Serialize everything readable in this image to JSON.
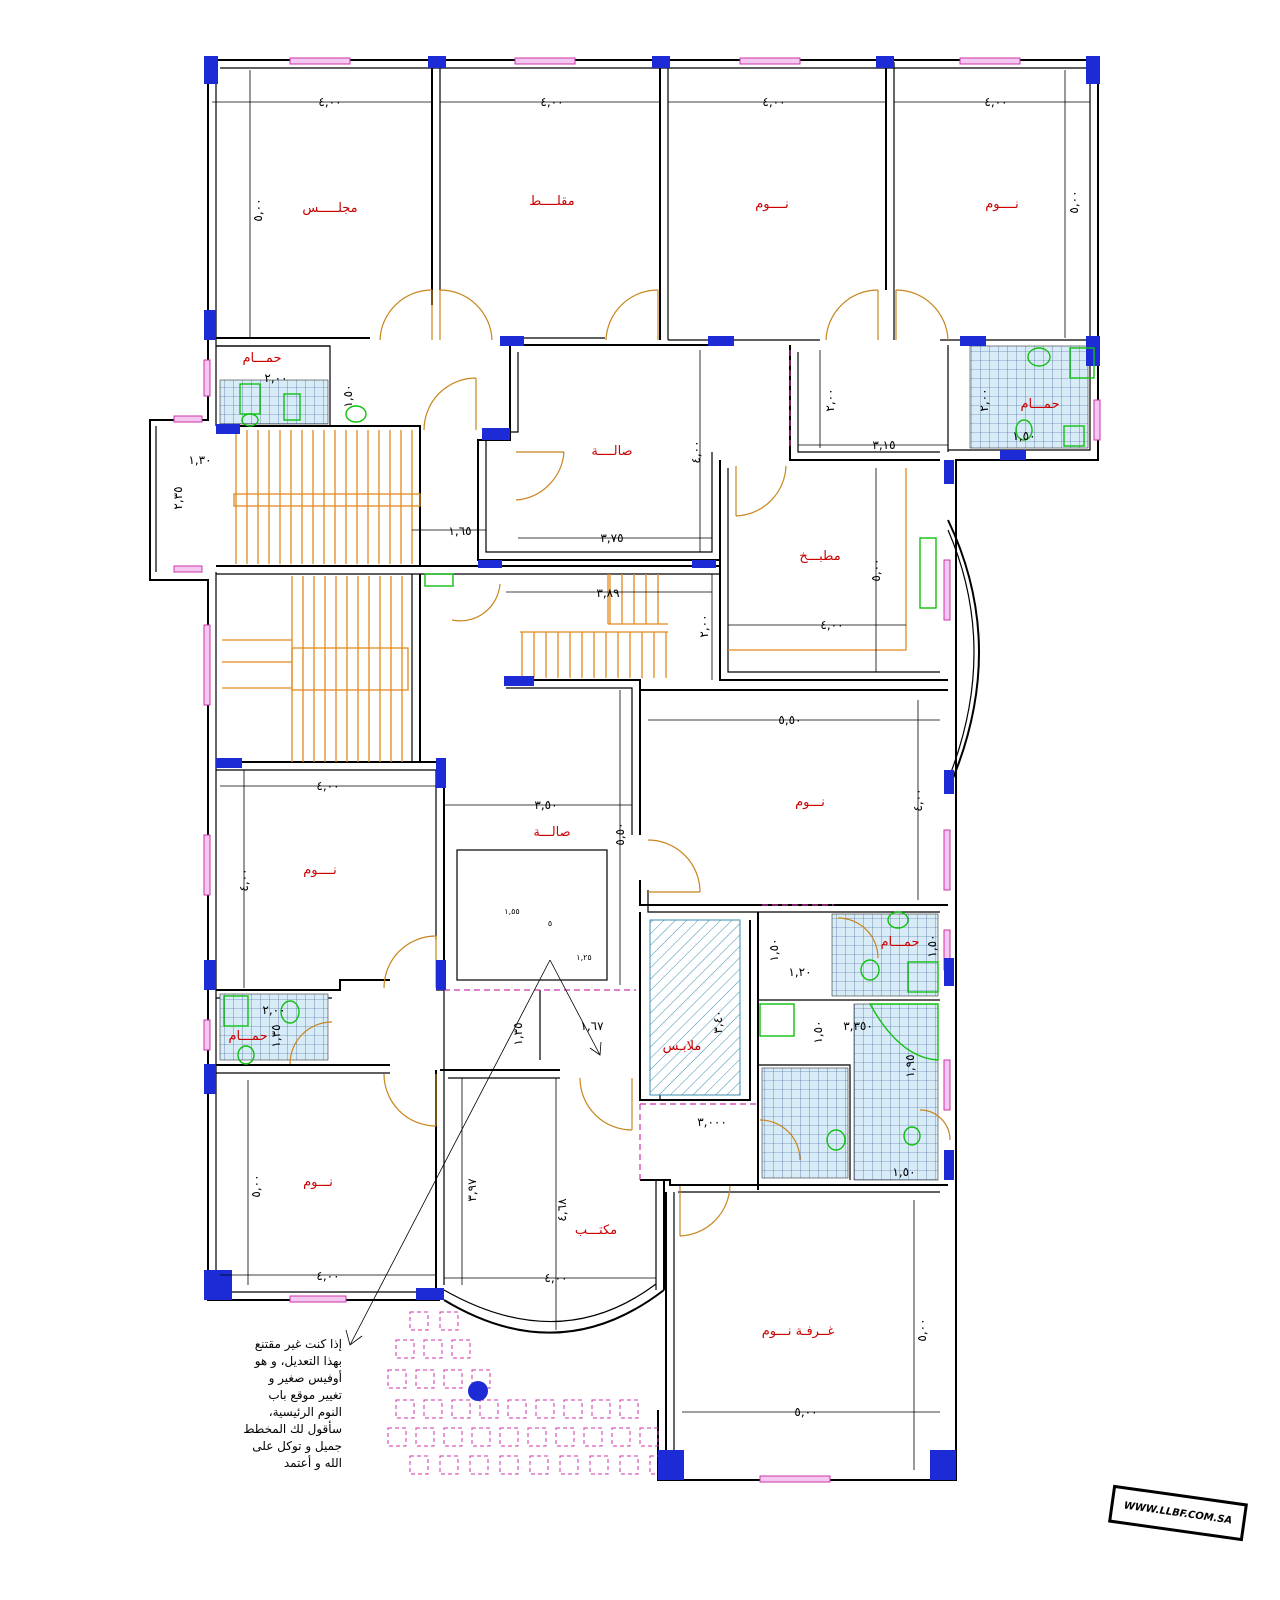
{
  "rooms": {
    "majlis": "مجلـــــس",
    "muqallat": "مقلــــط",
    "nawm_top_center": "نــــوم",
    "nawm_top_right": "نــــوم",
    "sala_upper": "صالــــة",
    "hammam_top_left": "حمـــام",
    "hammam_top_right": "حمـــام",
    "kitchen": "مطبـــخ",
    "sala_middle": "صالـــة",
    "nawm_mid_right": "نـــوم",
    "nawm_mid_left": "نــــوم",
    "hammam_mid_left": "حمـــام",
    "hammam_mid_right": "حمـــام",
    "malabis": "ملابـس",
    "nawm_bottom_left": "نـــوم",
    "maktab": "مكتـــب",
    "master_bedroom": "غــرفـة نـــوم"
  },
  "dimensions": {
    "top_w1": "٤,٠٠",
    "top_w2": "٤,٠٠",
    "top_w3": "٤,٠٠",
    "top_w4": "٤,٠٠",
    "top_h_left": "٥,٠٠",
    "top_h_right": "٥,٠٠",
    "bath_tl_w": "٢,٠٠",
    "bath_tl_h": "١,٥٠",
    "corr_h": "٢,٠٠",
    "corr_w": "٣,١٥",
    "bath_tr_h": "٢,٠٠",
    "bath_tr_w": "١,٥٠",
    "entry_w": "١,٣٠",
    "entry_h": "٢,٣٥",
    "stair_w": "١,٦٥",
    "sala_w": "٣,٧٥",
    "sala_h": "٤,٠٠",
    "kitchen_h": "٥,٠٠",
    "kitchen_w": "٤,٠٠",
    "hall_w": "٣,٨٩",
    "hall_h": "٢,٠٠",
    "nawm_mr_w": "٥,٥٠",
    "nawm_mr_h": "٤,٠٠",
    "sala_mid_w": "٣,٥٠",
    "sala_mid_h": "٥,٥٠",
    "nawm_ml_w": "٤,٠٠",
    "nawm_ml_h": "٤,٠٠",
    "bath_ml_w": "٢,٠٠",
    "bath_ml_h": "١,٣٥",
    "passage_h": "١,٣٥",
    "passage_w": "١,٦٧",
    "dress_h": "٣,٤٠",
    "bath_mr_w": "١,٢٠",
    "bath_mr_h": "١,٥٠",
    "bath_mr2_h": "١,٥٠",
    "master_bath_w": "٣,٣٥٠",
    "master_bath_h": "١,٩٥",
    "master_bath_h2": "١,٥٠",
    "master_bath_h3": "١,٥٠",
    "dress_w": "٣,٠٠٠",
    "office_h1": "٣,٩٧",
    "office_h2": "٤,٦٨",
    "office_w": "٤,٠٠",
    "nawm_bl_w": "٤,٠٠",
    "nawm_bl_h": "٥,٠٠",
    "master_w": "٥,٠٠",
    "master_h": "٥,٠٠",
    "small_a": "١,٢٥",
    "small_b": "١,٥٥",
    "small_c": "٥"
  },
  "note_lines": [
    "إذا كنت غير مقتنع",
    "بهذا التعديل، و هو",
    "أوفيس صغير و",
    "تغيير موقع باب",
    "النوم الرئيسية،",
    "سأقول لك المخطط",
    "جميل و توكل على",
    "الله و أعتمد"
  ],
  "watermark": "WWW.LLBF.COM.SA",
  "colors": {
    "wall": "#000000",
    "column": "#1d2bd6",
    "stair": "#e08a1e",
    "door": "#c8851c",
    "window": "#cc33aa",
    "label": "#cc0000",
    "tile": "#cfe6f5",
    "fixture": "#10c010"
  }
}
